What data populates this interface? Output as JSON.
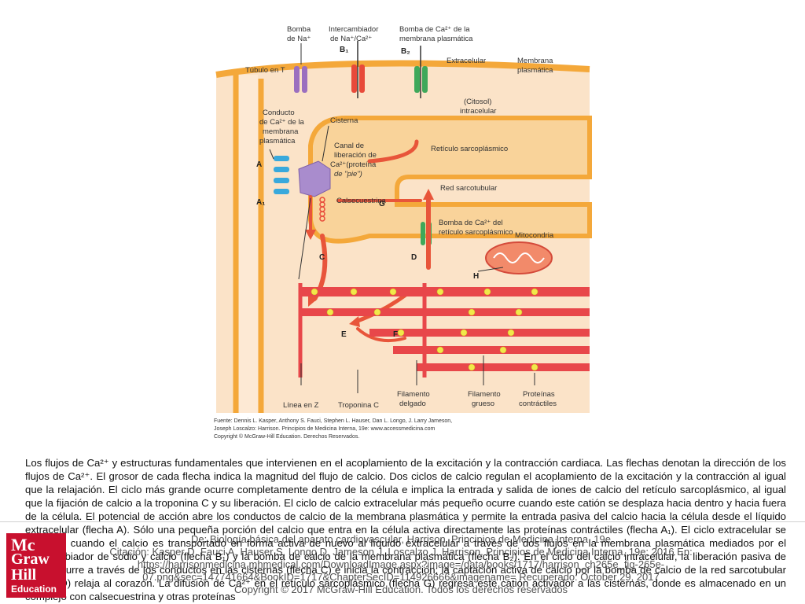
{
  "figure": {
    "labels": {
      "bomba_na": [
        "Bomba",
        "de Na⁺"
      ],
      "intercambiador": [
        "Intercambiador",
        "de Na⁺/Ca²⁺"
      ],
      "b1": "B₁",
      "bomba_ca_membrana": [
        "Bomba de Ca²⁺ de la",
        "membrana plasmática"
      ],
      "b2": "B₂",
      "tubulo": "Túbulo en T",
      "extracelular": "Extracelular",
      "membrana": [
        "Membrana",
        "plasmática"
      ],
      "citosol": [
        "(Citosol)",
        "intracelular"
      ],
      "conducto": [
        "Conducto",
        "de Ca²⁺ de la",
        "membrana",
        "plasmática"
      ],
      "cisterna": "Cisterna",
      "canal": [
        "Canal de",
        "liberación de",
        "Ca²⁺(proteína",
        "de \"pie\")"
      ],
      "reticulo": "Retículo sarcoplásmico",
      "red": "Red sarcotubular",
      "a": "A",
      "a1": "A₁",
      "calsecuestrina": "Calsecuestrina",
      "g": "G",
      "bomba_reticulo": [
        "Bomba de Ca²⁺ del",
        "retículo sarcoplásmico"
      ],
      "mitocondria": "Mitocondria",
      "c": "C",
      "d": "D",
      "h": "H",
      "e": "E",
      "f": "F",
      "linea_z": "Línea en Z",
      "troponina": "Troponina C",
      "filamento_delgado": [
        "Filamento",
        "delgado"
      ],
      "filamento_grueso": [
        "Filamento",
        "grueso"
      ],
      "proteinas": [
        "Proteínas",
        "contráctiles"
      ]
    },
    "source": [
      "Fuente: Dennis L. Kasper, Anthony S. Fauci, Stephen L. Hauser, Dan L. Longo, J. Larry Jameson,",
      "Joseph Loscalzo: Harrison. Principios de Medicina Interna, 19e: www.accessmedicina.com",
      "Copyright © McGraw-Hill Education. Derechos Reservados."
    ]
  },
  "caption": "Los flujos de Ca²⁺ y estructuras fundamentales que intervienen en el acoplamiento de la excitación y la contracción cardiaca. Las flechas denotan la dirección de los flujos de Ca²⁺. El grosor de cada flecha indica la magnitud del flujo de calcio. Dos ciclos de calcio regulan el acoplamiento de la excitación y la contracción al igual que la relajación. El ciclo más grande ocurre completamente dentro de la célula e implica la entrada y salida de iones de calcio del retículo sarcoplásmico, al igual que la fijación de calcio a la troponina C y su liberación. El ciclo de calcio extracelular más pequeño ocurre cuando este catión se desplaza hacia dentro y hacia fuera de la célula. El potencial de acción abre los conductos de calcio de la membrana plasmática y permite la entrada pasiva del calcio hacia la célula desde el líquido extracelular (flecha A). Sólo una pequeña porción del calcio que entra en la célula activa directamente las proteínas contráctiles (flecha A₁). El ciclo extracelular se concluye cuando el calcio es transportado en forma activa de nuevo al líquido extracelular a través de dos flujos en la membrana plasmática mediados por el intercambiador de sodio y calcio (flecha B₁) y la bomba de calcio de la membrana plasmática (flecha B₂). En el ciclo del calcio intracelular, la liberación pasiva de calcio ocurre a través de los conductos en las cisternas (flecha C) e inicia la contracción; la captación activa de calcio por la bomba de calcio de la red sarcotubular (flecha D) relaja al corazón. La difusión de Ca²⁺ en el retículo sarcoplásmico (flecha G) regresa este catión activador a las cisternas, donde es almacenado en un complejo con calsecuestrina y otras proteínas",
  "overlay": {
    "line1": "De: Biología básica del aparato cardiovascular, Harrison. Principios de Medicina Interna, 19e",
    "line2": "Citación: Kasper D, Fauci A, Hauser S, Longo D, Jameson J, Loscalzo J. Harrison. Principios de Medicina Interna, 19e; 2016 En:",
    "line3": "https://harrisonmedicina.mhmedical.com/DownloadImage.aspx?image=/data/books/1717/harrison_ch265e_fig-265e-",
    "line4": "07.png&sec=147741664&BookID=1717&ChapterSecID=114926666&imagename= Recuperado: October 29, 2017",
    "line5": "Copyright © 2017 McGraw-Hill Education. Todos los derechos reservados"
  },
  "logo": {
    "line1": "Mc",
    "line2": "Graw",
    "line3": "Hill",
    "line4": "Education"
  },
  "colors": {
    "membrane": "#f4a83a",
    "cytosol": "#fbe3c8",
    "arrow": "#e8553a",
    "fiber": "#e8474a",
    "node": "#f2e84a"
  }
}
